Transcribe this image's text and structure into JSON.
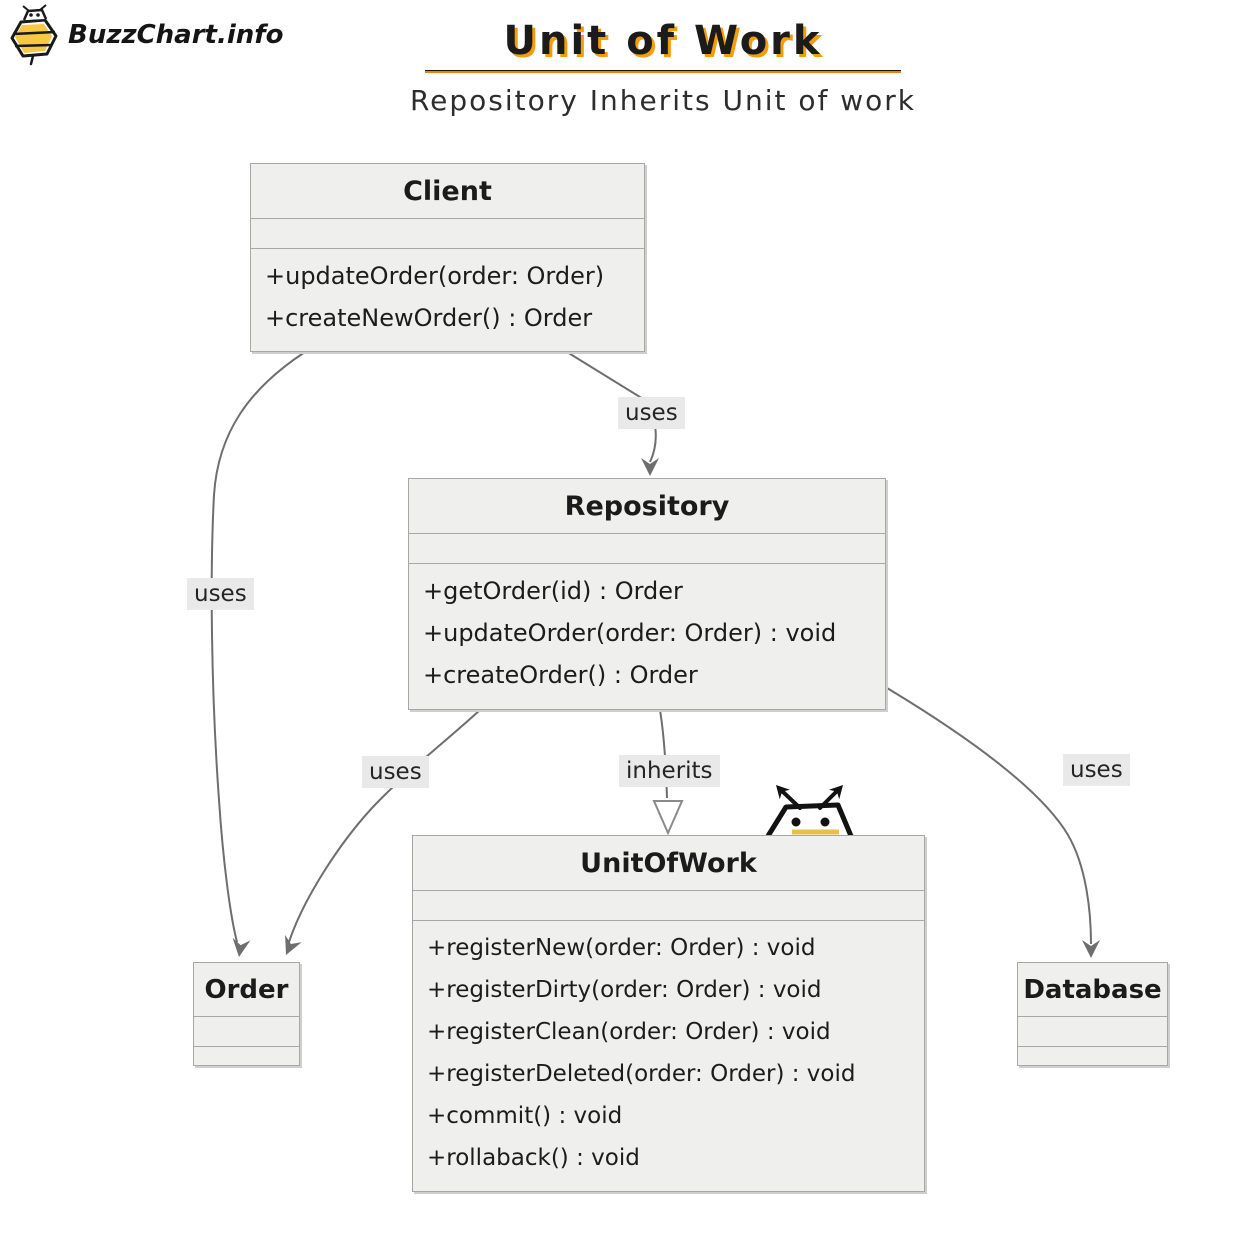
{
  "brand": {
    "name": "BuzzChart.info"
  },
  "header": {
    "title": "Unit of Work",
    "subtitle": "Repository Inherits Unit of work"
  },
  "diagram_type": "uml-class-diagram",
  "classes": [
    {
      "name": "Client",
      "methods": [
        "+updateOrder(order: Order)",
        "+createNewOrder() : Order"
      ]
    },
    {
      "name": "Repository",
      "methods": [
        "+getOrder(id) : Order",
        "+updateOrder(order: Order) : void",
        "+createOrder() : Order"
      ]
    },
    {
      "name": "UnitOfWork",
      "methods": [
        "+registerNew(order: Order) : void",
        "+registerDirty(order: Order) : void",
        "+registerClean(order: Order) : void",
        "+registerDeleted(order: Order) : void",
        "+commit() : void",
        "+rollaback() : void"
      ]
    },
    {
      "name": "Order",
      "methods": []
    },
    {
      "name": "Database",
      "methods": []
    }
  ],
  "edges": [
    {
      "from": "Client",
      "to": "Repository",
      "label": "uses",
      "arrow": "open-filled"
    },
    {
      "from": "Client",
      "to": "Order",
      "label": "uses",
      "arrow": "open-filled"
    },
    {
      "from": "Repository",
      "to": "Order",
      "label": "uses",
      "arrow": "open-filled"
    },
    {
      "from": "Repository",
      "to": "UnitOfWork",
      "label": "inherits",
      "arrow": "hollow-triangle"
    },
    {
      "from": "Repository",
      "to": "Database",
      "label": "uses",
      "arrow": "open-filled"
    }
  ],
  "colors": {
    "box_fill": "#efefee",
    "box_border": "#a7a7a7",
    "edge_line": "#6e6e6e",
    "label_bg": "#e9e9e9",
    "title_shadow": "#f59b0c",
    "bee_yellow": "#f6c844",
    "text": "#1c1c1c"
  }
}
